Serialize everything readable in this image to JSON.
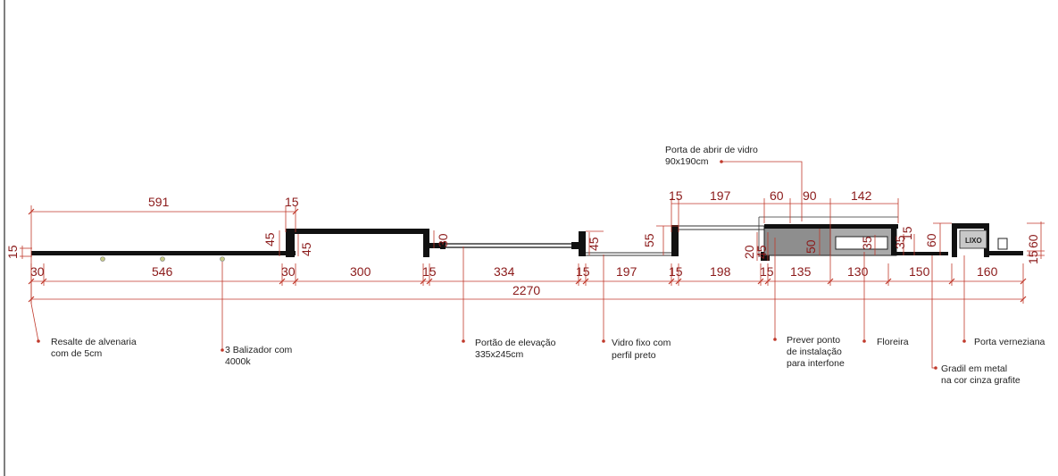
{
  "drawing": {
    "colors": {
      "wall": "#111111",
      "dimension": "#c0392b",
      "dimension_text": "#8b1a1a",
      "leader": "#c0392b",
      "text": "#222222",
      "frame": "#555555"
    },
    "top_dimensions": {
      "d591": "591",
      "d15a": "15",
      "d45a": "45",
      "d45b": "45",
      "d30a": "30",
      "d45c": "45",
      "d55": "55",
      "d15b": "15",
      "d197a": "197",
      "d60a": "60",
      "d90": "90",
      "d142": "142",
      "d20": "20",
      "d45d": "45",
      "d50": "50",
      "d35a": "35",
      "d35b": "35",
      "d15c": "15",
      "d60b": "60",
      "d15d": "15",
      "d60c": "60"
    },
    "bottom_dimensions": {
      "d30a": "30",
      "d546": "546",
      "d30b": "30",
      "d300": "300",
      "d15a": "15",
      "d334": "334",
      "d15b": "15",
      "d197": "197",
      "d15c": "15",
      "d198": "198",
      "d15d": "15",
      "d135": "135",
      "d130": "130",
      "d150": "150",
      "d160": "160",
      "total": "2270"
    },
    "labels": {
      "lixo": "LIXO",
      "porta_vidro_line1": "Porta de abrir de vidro",
      "porta_vidro_line2": "90x190cm",
      "resalte_line1": "Resalte de alvenaria",
      "resalte_line2": "com de 5cm",
      "balizador_line1": "3 Balizador com",
      "balizador_line2": "4000k",
      "portao_line1": "Portão de elevação",
      "portao_line2": "335x245cm",
      "vidro_line1": "Vidro fixo com",
      "vidro_line2": "perfil preto",
      "interfone_line1": "Prever ponto",
      "interfone_line2": "de instalação",
      "interfone_line3": "para interfone",
      "floreira": "Floreira",
      "porta_venez": "Porta verneziana",
      "gradil_line1": "Gradil em metal",
      "gradil_line2": "na cor cinza grafite"
    }
  }
}
